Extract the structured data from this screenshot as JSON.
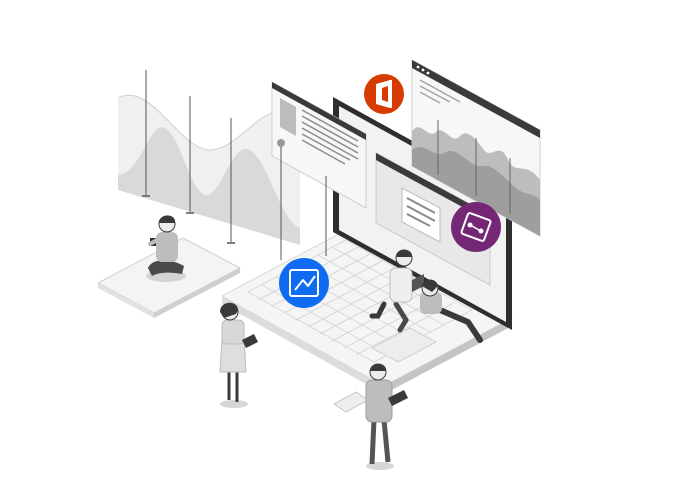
{
  "illustration": {
    "style": "isometric-grayscale",
    "accent_colors": {
      "office_red": "#d83b01",
      "flow_blue": "#0f6cf2",
      "powerapps_purple": "#742774",
      "gray_light": "#e6e6e6",
      "gray_mid": "#bdbdbd",
      "gray_dark": "#3a3a3a"
    },
    "badges": [
      {
        "icon": "office-icon",
        "color": "#d83b01"
      },
      {
        "icon": "power-automate-icon",
        "color": "#0f6cf2"
      },
      {
        "icon": "power-apps-icon",
        "color": "#742774"
      }
    ],
    "people": [
      "person-sitting-on-mat-with-phone",
      "person-standing-with-tablet",
      "person-sitting-on-laptop-with-tablet",
      "person-lying-on-laptop",
      "person-standing-with-laptop"
    ]
  }
}
